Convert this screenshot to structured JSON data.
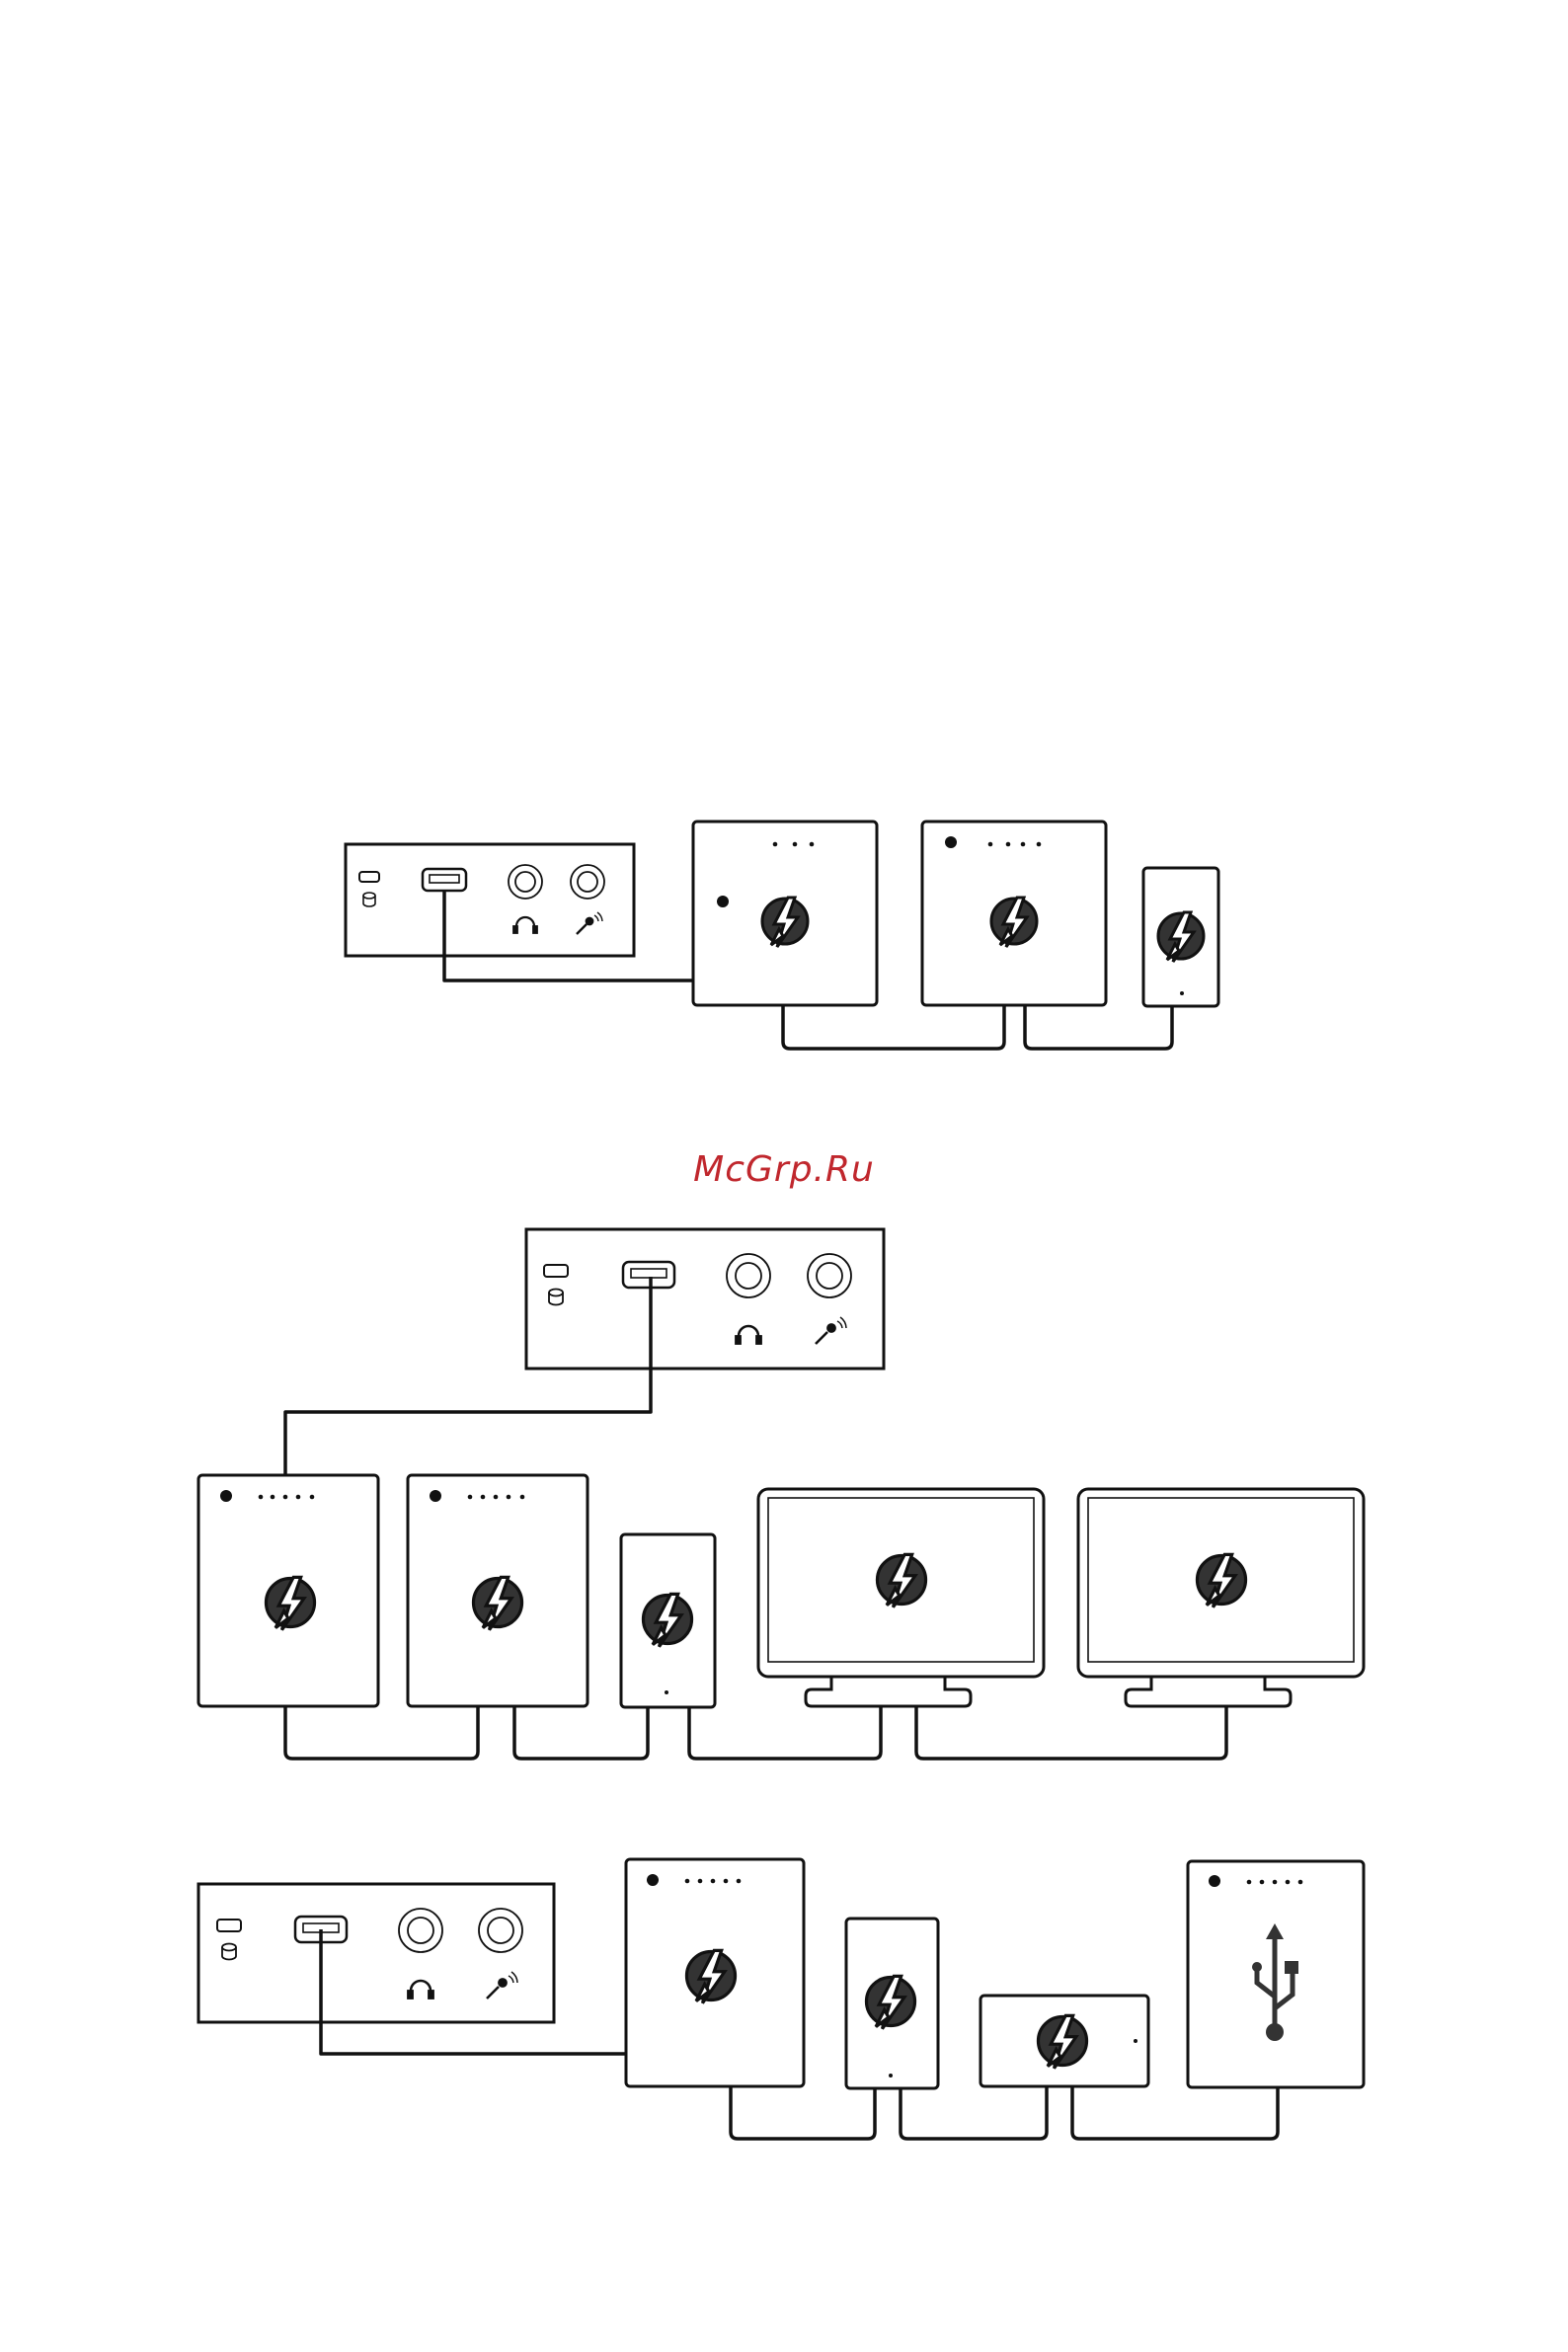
{
  "watermark": {
    "text": "McGrp.Ru",
    "color": "#c0272d"
  },
  "colors": {
    "stroke": "#111111",
    "icon": "#333333",
    "background": "#ffffff"
  },
  "icons": {
    "bolt": "thunderbolt-icon",
    "usb": "usb-icon",
    "headphone": "headphone-icon",
    "mic": "microphone-icon",
    "power": "power-icon",
    "drive": "drive-icon",
    "usb_port": "usb-port-icon"
  },
  "diagrams": [
    {
      "id": "daisy-chain-1",
      "devices": [
        "front-panel",
        "storage-box",
        "storage-box",
        "portable-drive"
      ]
    },
    {
      "id": "daisy-chain-2",
      "devices": [
        "front-panel",
        "storage-box",
        "storage-box",
        "portable-drive",
        "monitor",
        "monitor"
      ]
    },
    {
      "id": "daisy-chain-3",
      "devices": [
        "front-panel",
        "storage-box",
        "portable-drive",
        "dock",
        "usb-hub"
      ]
    }
  ]
}
